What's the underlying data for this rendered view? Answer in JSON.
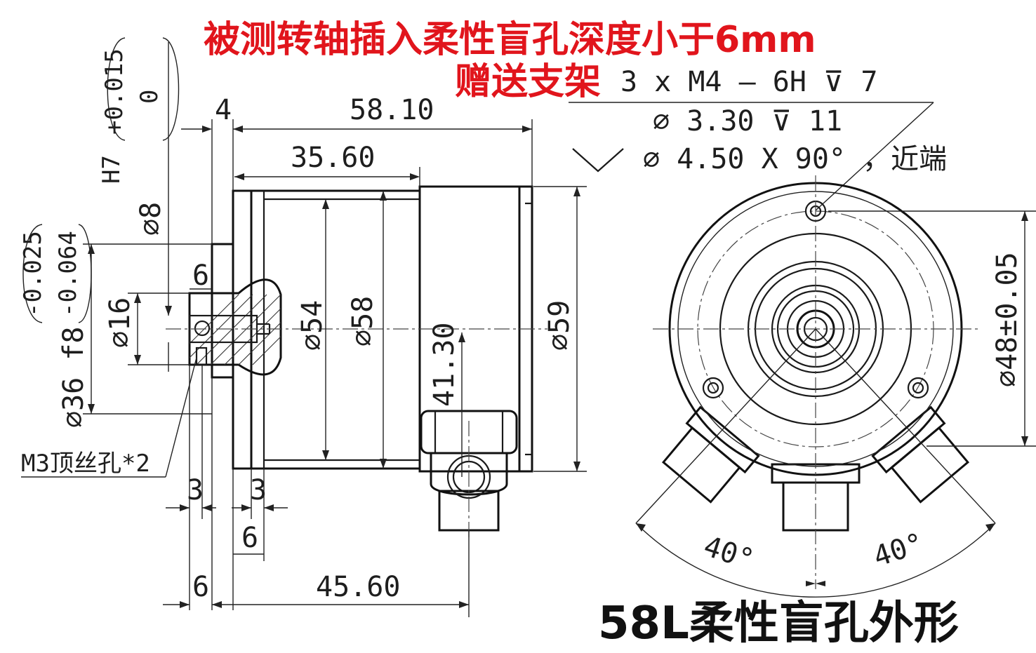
{
  "notes": {
    "red_line1": "被测转轴插入柔性盲孔深度小于6mm",
    "red_line2": "赠送支架",
    "title": "58L柔性盲孔外形"
  },
  "callouts": {
    "thread": "3 x  M4 – 6H ⊽ 7",
    "drill": "⌀ 3.30 ⊽ 11",
    "chamfer_symbol": "⌵",
    "chamfer": "⌀ 4.50 X 90° ，近端",
    "setscrew": "M3顶丝孔*2"
  },
  "dims": {
    "len_58_10": "58.10",
    "len_35_60": "35.60",
    "len_45_60": "45.60",
    "len_41_30": "41.30",
    "flange_4": "4",
    "d6_top": "6",
    "d3_left": "3",
    "d3_right": "3",
    "d6_mid": "6",
    "d6_bottom": "6",
    "dia_8": "⌀8",
    "tol_h7": "H7",
    "tol_h7_upper": "+0.015",
    "tol_h7_lower": "0",
    "dia_16": "⌀16",
    "dia_36": "⌀36 f8",
    "tol_f8_upper": "-0.025",
    "tol_f8_lower": "-0.064",
    "dia_54": "⌀54",
    "dia_58": "⌀58",
    "dia_59": "⌀59",
    "dia_48": "⌀48±0.05",
    "angle_left": "40°",
    "angle_right": "40°"
  }
}
